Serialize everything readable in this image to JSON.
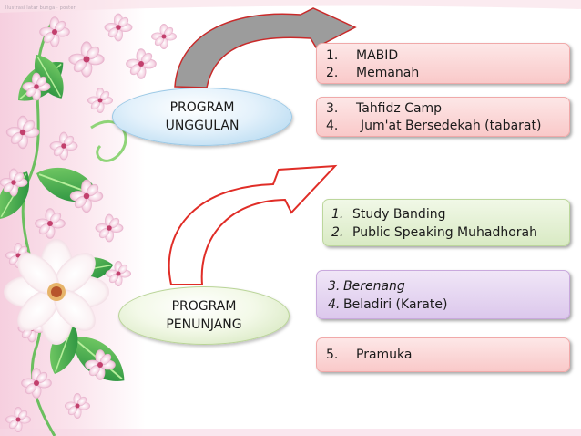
{
  "watermark": "Ilustrasi latar bunga · poster",
  "programs": [
    {
      "label_line1": "PROGRAM",
      "label_line2": "UNGGULAN",
      "boxes": [
        {
          "items": [
            {
              "num": "1.",
              "text": "MABID"
            },
            {
              "num": "2.",
              "text": "Memanah"
            }
          ]
        },
        {
          "items": [
            {
              "num": "3.",
              "text": "Tahfidz Camp"
            },
            {
              "num": "4.",
              "text": "Jum'at Bersedekah (tabarat)"
            }
          ]
        }
      ]
    },
    {
      "label_line1": "PROGRAM",
      "label_line2": "PENUNJANG",
      "boxes": [
        {
          "items": [
            {
              "num": "1.",
              "text": "Study Banding"
            },
            {
              "num": "2.",
              "text": "Public Speaking Muhadhorah"
            }
          ]
        },
        {
          "items": [
            {
              "num": "3.",
              "text": "Berenang"
            },
            {
              "num": "4.",
              "text": "Beladiri (Karate)"
            }
          ]
        },
        {
          "items": [
            {
              "num": "5.",
              "text": "Pramuka"
            }
          ]
        }
      ]
    }
  ],
  "colors": {
    "top_arrow": "#9c9c9c",
    "bottom_arrow": "#e02d27",
    "oval_unggulan": "#a9d3ee",
    "oval_penunjang": "#cfe3b5",
    "box_pink": "#f9c9c9",
    "box_green": "#d9eac4",
    "box_purple": "#dcc8ec"
  },
  "icons": [
    "flower-decoration",
    "leaf-decoration",
    "curved-arrow"
  ]
}
